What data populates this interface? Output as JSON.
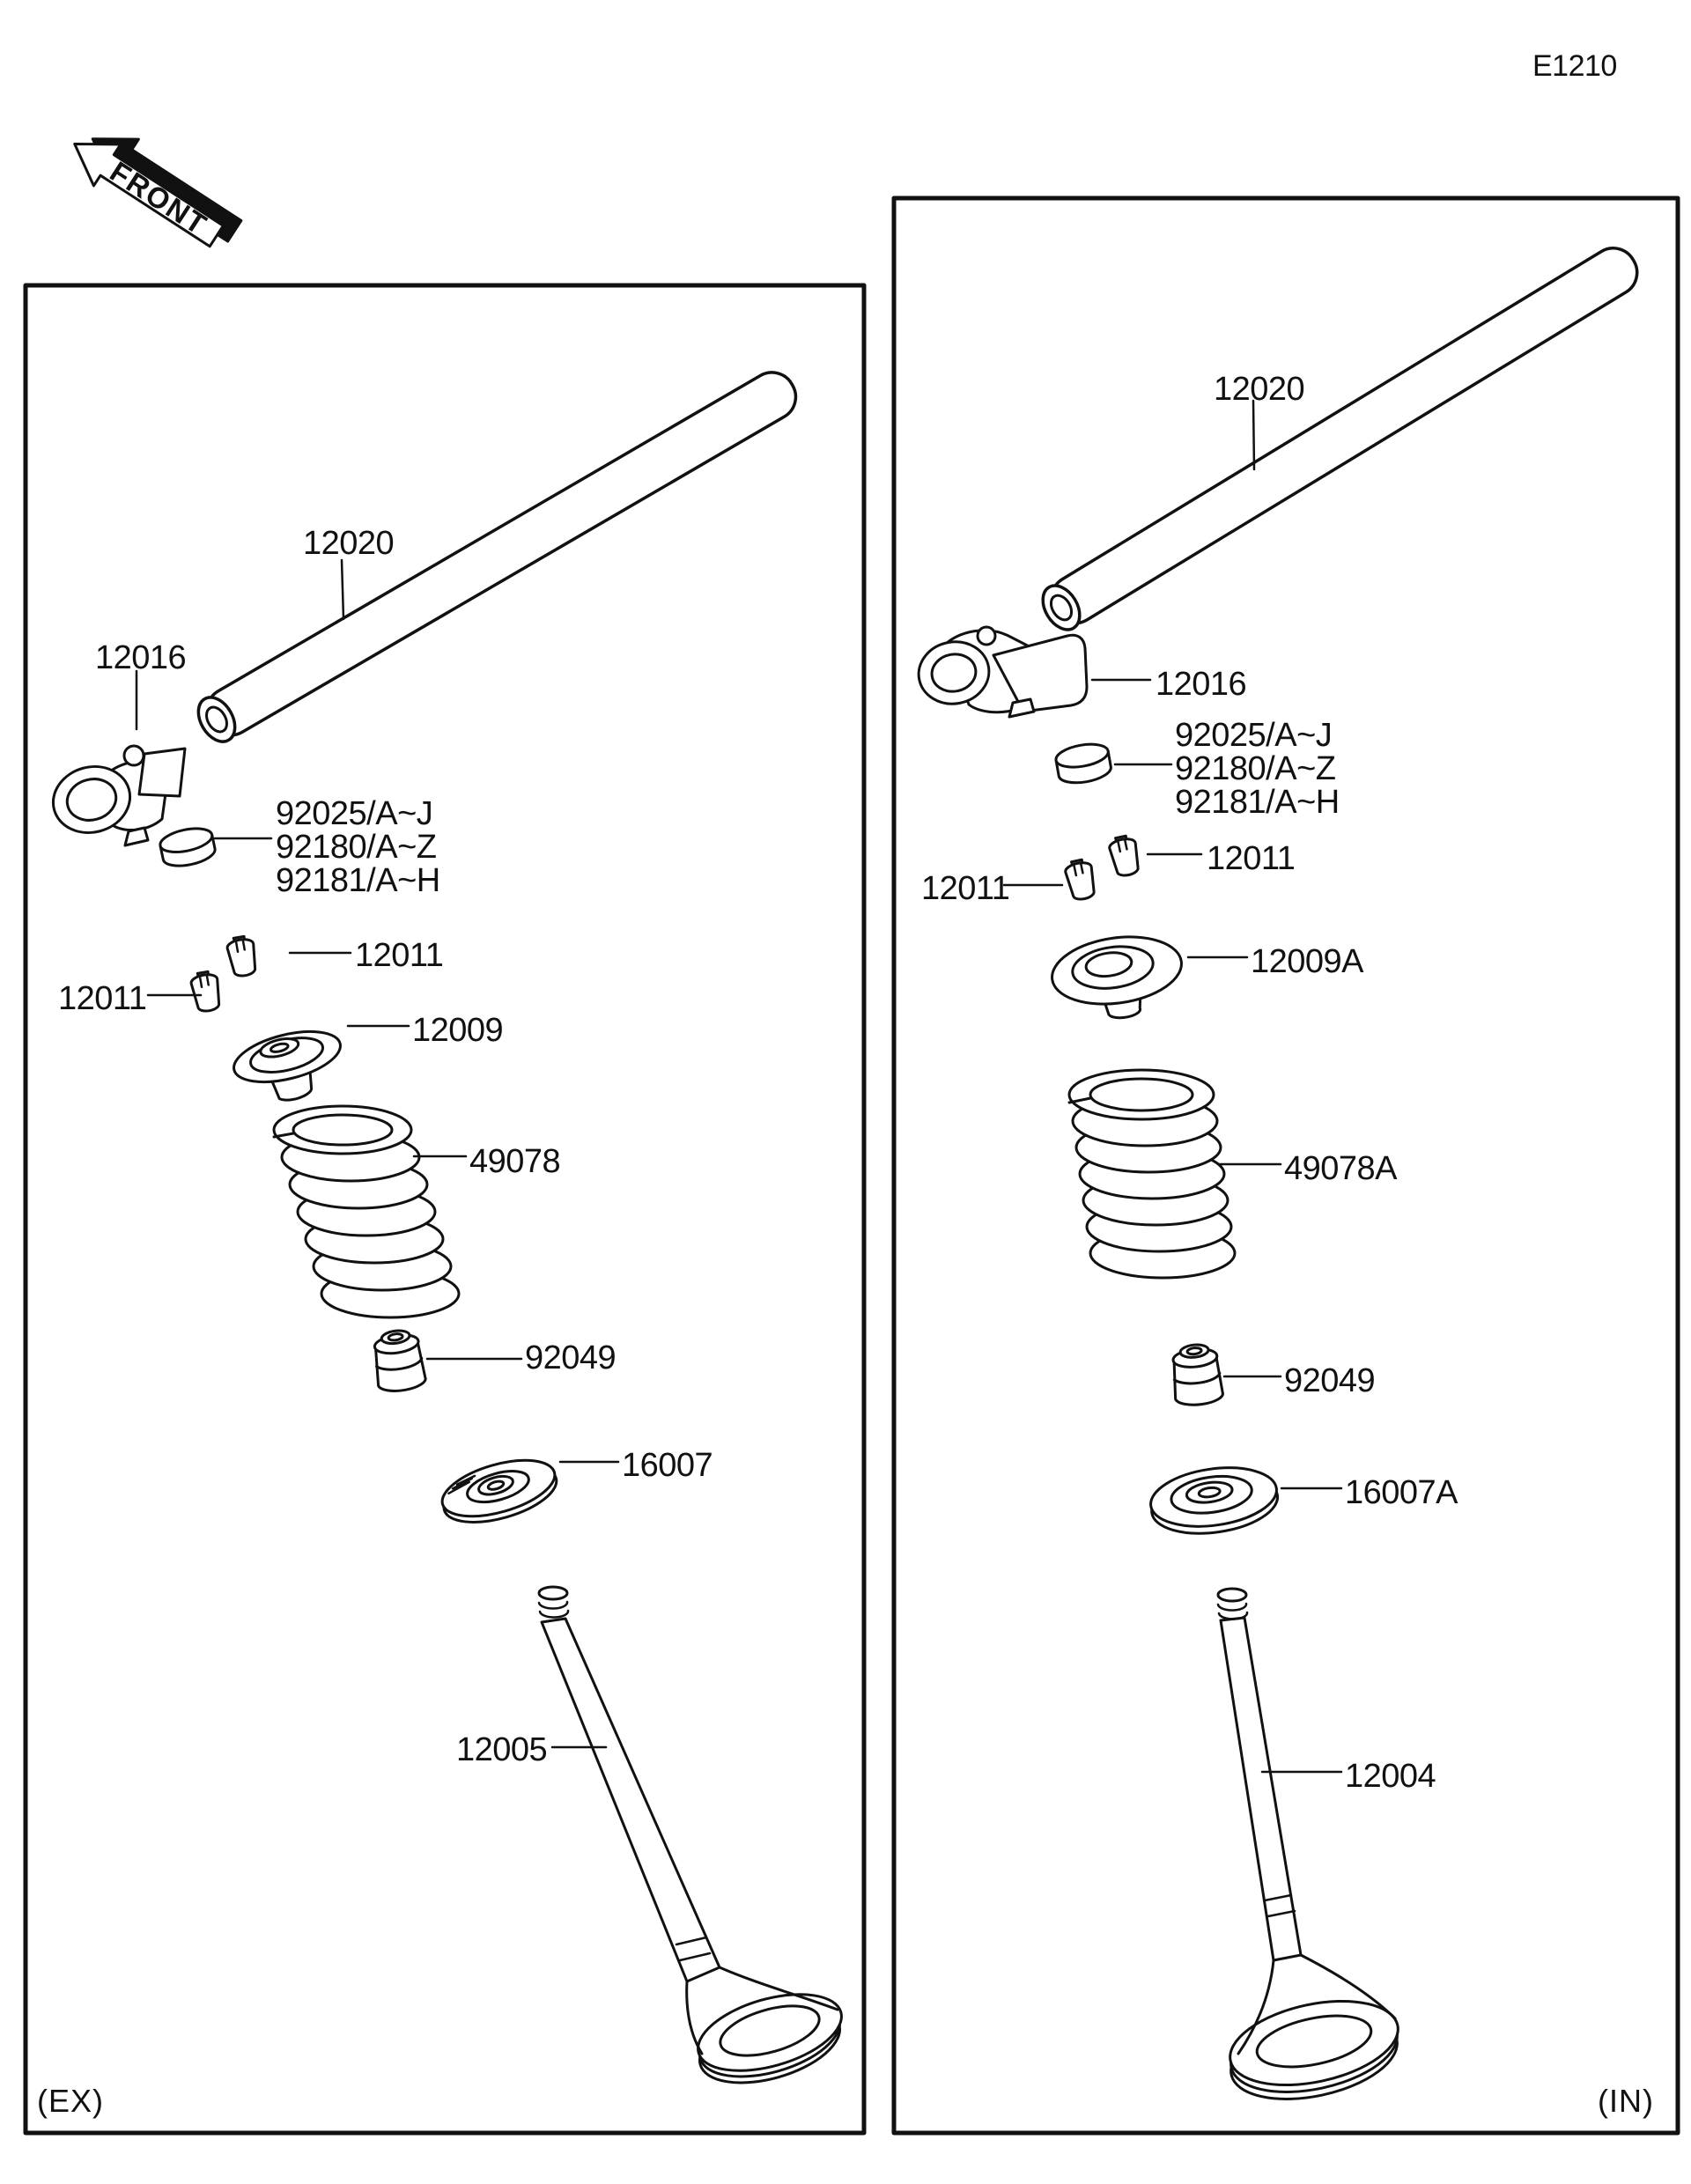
{
  "page": {
    "code": "E1210",
    "front_marker": "FRONT"
  },
  "panels": {
    "exhaust": {
      "caption": "(EX)",
      "parts": {
        "push_rod": "12020",
        "rocker_arm": "12016",
        "shim_set": [
          "92025/A~J",
          "92180/A~Z",
          "92181/A~H"
        ],
        "keeper_upper": "12011",
        "keeper_lower": "12011",
        "spring_retainer": "12009",
        "valve_spring": "49078",
        "valve_seal": "92049",
        "spring_seat": "16007",
        "valve": "12005"
      }
    },
    "intake": {
      "caption": "(IN)",
      "parts": {
        "push_rod": "12020",
        "rocker_arm": "12016",
        "shim_set": [
          "92025/A~J",
          "92180/A~Z",
          "92181/A~H"
        ],
        "keeper_upper": "12011",
        "keeper_lower": "12011",
        "spring_retainer": "12009A",
        "valve_spring": "49078A",
        "valve_seal": "92049",
        "spring_seat": "16007A",
        "valve": "12004"
      }
    }
  }
}
